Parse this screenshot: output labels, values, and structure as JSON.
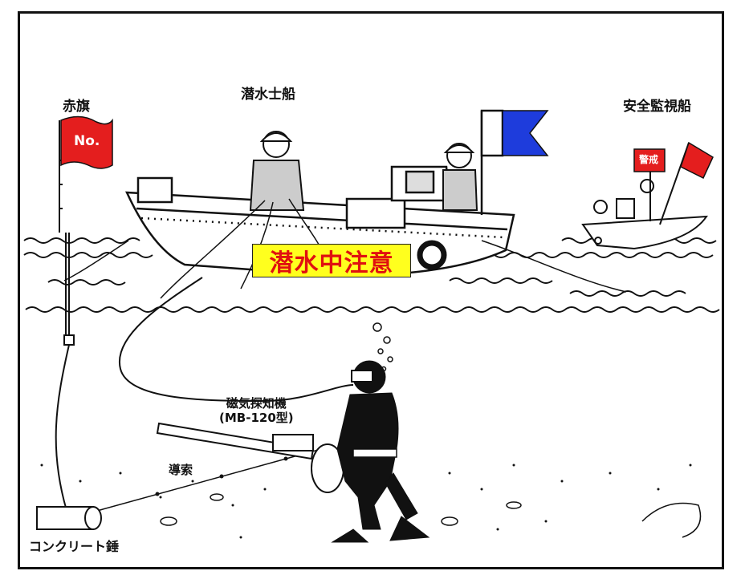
{
  "labels": {
    "red_flag": "赤旗",
    "diver_boat": "潜水士船",
    "safety_boat": "安全監視船",
    "detector_line1": "磁気探知機",
    "detector_line2": "(MB-120型)",
    "guide_rope": "導索",
    "concrete_weight": "コンクリート錘"
  },
  "banner": {
    "text": "潜水中注意"
  },
  "flags": {
    "red_flag_text": "No.",
    "safety_flag_text": "警戒"
  },
  "colors": {
    "flag_red": "#e41e1e",
    "code_flag_blue": "#1e3cdc",
    "banner_bg": "#ffff1e",
    "banner_text": "#e01010",
    "line": "#111111"
  }
}
